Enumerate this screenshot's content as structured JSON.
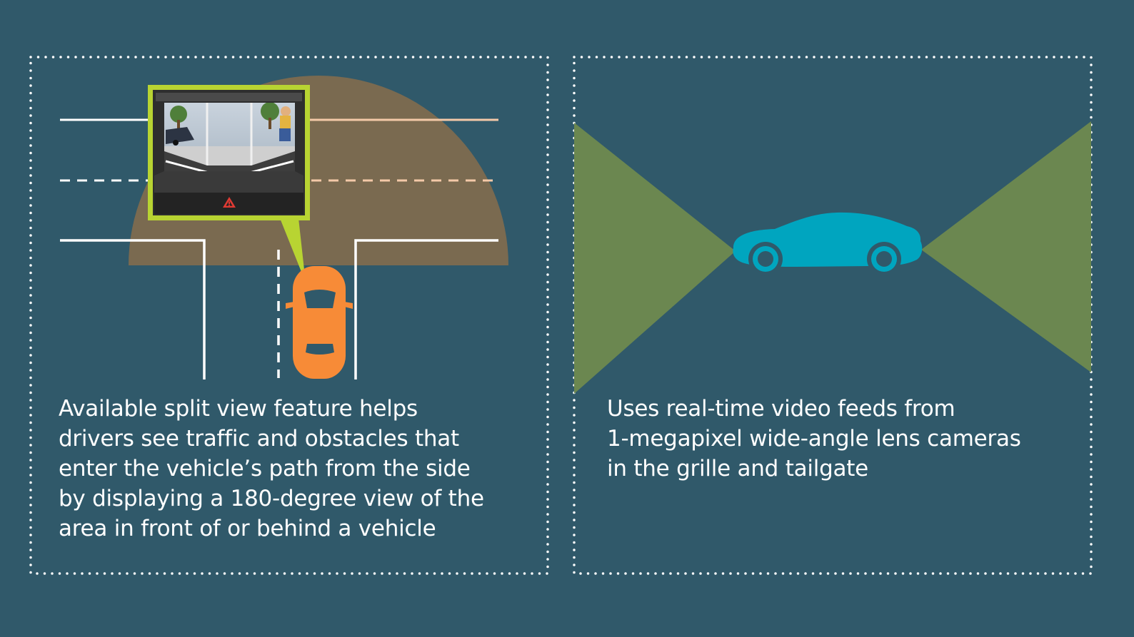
{
  "theme": {
    "background": "#30596a",
    "border": "#ffffff",
    "field_of_view": "#7a6a50",
    "road_line": "#ffffff",
    "road_line_under_view": "#f4c9a8",
    "callout_frame": "#b8d432",
    "screen_bezel": "#2e2e2e",
    "orange_car": "#f78b37",
    "camera_beam": "#6b8750",
    "blue_car": "#00a5bf",
    "warning_icon": "#e03a33"
  },
  "icons": {
    "camera_view_screen": "camera-view-screen-icon",
    "warning": "warning-triangle-icon",
    "orange_car": "car-top-view-icon",
    "blue_car": "car-side-view-icon"
  },
  "panels": {
    "left": {
      "caption_lines": [
        "Available split view feature helps",
        "drivers see traffic and obstacles that",
        "enter the vehicle’s path from the side",
        "by displaying a 180-degree view of the",
        "area in front of or behind a vehicle"
      ]
    },
    "right": {
      "caption_lines": [
        "Uses real-time video feeds from",
        "1-megapixel wide-angle lens cameras",
        "in the grille and tailgate"
      ]
    }
  }
}
